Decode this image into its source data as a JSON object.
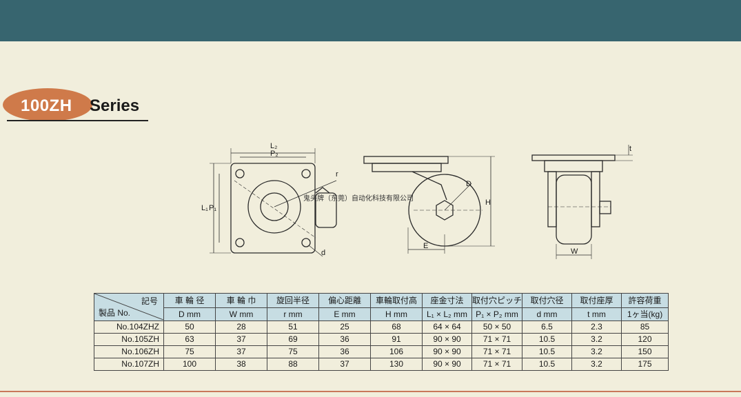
{
  "series": {
    "code": "100ZH",
    "word": "Series"
  },
  "diagram_labels": {
    "plan": {
      "l2": "L₂",
      "p2": "P₂",
      "l1": "L₁",
      "p1": "P₁",
      "r": "r",
      "d": "d"
    },
    "side": {
      "d": "D",
      "h": "H",
      "e": "E"
    },
    "front": {
      "t": "t",
      "w": "W"
    },
    "watermark": "鬼头牌（东莞）自动化科技有限公司"
  },
  "table": {
    "corner_top": "記号",
    "corner_bottom": "製品 No.",
    "headers": [
      {
        "top": "車 輪 径",
        "bottom": "D mm"
      },
      {
        "top": "車 輪 巾",
        "bottom": "W mm"
      },
      {
        "top": "旋回半径",
        "bottom": "r mm"
      },
      {
        "top": "偏心距離",
        "bottom": "E mm"
      },
      {
        "top": "車輪取付高",
        "bottom": "H mm"
      },
      {
        "top": "座金寸法",
        "bottom": "L₁ × L₂ mm"
      },
      {
        "top": "取付穴ピッチ",
        "bottom": "P₁ × P₂ mm"
      },
      {
        "top": "取付穴径",
        "bottom": "d mm"
      },
      {
        "top": "取付座厚",
        "bottom": "t mm"
      },
      {
        "top": "許容荷重",
        "bottom": "1ヶ当(kg)"
      }
    ],
    "rows": [
      {
        "model": "No.104ZHZ",
        "values": [
          "50",
          "28",
          "51",
          "25",
          "68",
          "64 × 64",
          "50 × 50",
          "6.5",
          "2.3",
          "85"
        ]
      },
      {
        "model": "No.105ZH",
        "values": [
          "63",
          "37",
          "69",
          "36",
          "91",
          "90 × 90",
          "71 × 71",
          "10.5",
          "3.2",
          "120"
        ]
      },
      {
        "model": "No.106ZH",
        "values": [
          "75",
          "37",
          "75",
          "36",
          "106",
          "90 × 90",
          "71 × 71",
          "10.5",
          "3.2",
          "150"
        ]
      },
      {
        "model": "No.107ZH",
        "values": [
          "100",
          "38",
          "88",
          "37",
          "130",
          "90 × 90",
          "71 × 71",
          "10.5",
          "3.2",
          "175"
        ]
      }
    ]
  }
}
